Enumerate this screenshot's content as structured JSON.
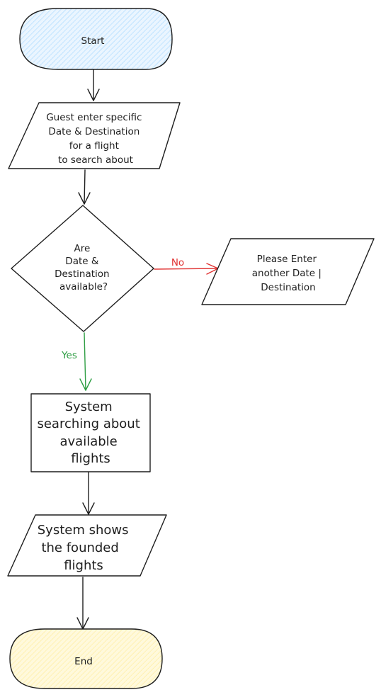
{
  "diagram": {
    "type": "flowchart",
    "colors": {
      "stroke": "#1e1e1e",
      "start_fill": "#a5d8ff",
      "end_fill": "#ffec99",
      "yes": "#2f9e44",
      "no": "#e03131"
    },
    "nodes": {
      "start": {
        "lines": [
          "Start"
        ]
      },
      "input": {
        "lines": [
          "Guest enter specific",
          "Date & Destination",
          "for a flight",
          "to search about"
        ]
      },
      "decision": {
        "lines": [
          "Are",
          "Date &",
          "Destination",
          "available?"
        ]
      },
      "reenter": {
        "lines": [
          "Please Enter",
          "another Date |",
          "Destination"
        ]
      },
      "search": {
        "lines": [
          "System",
          "searching about",
          "available",
          "flights"
        ]
      },
      "show": {
        "lines": [
          "System shows",
          "the founded",
          "flights"
        ]
      },
      "end": {
        "lines": [
          "End"
        ]
      }
    },
    "edges": {
      "no_label": "No",
      "yes_label": "Yes"
    }
  }
}
